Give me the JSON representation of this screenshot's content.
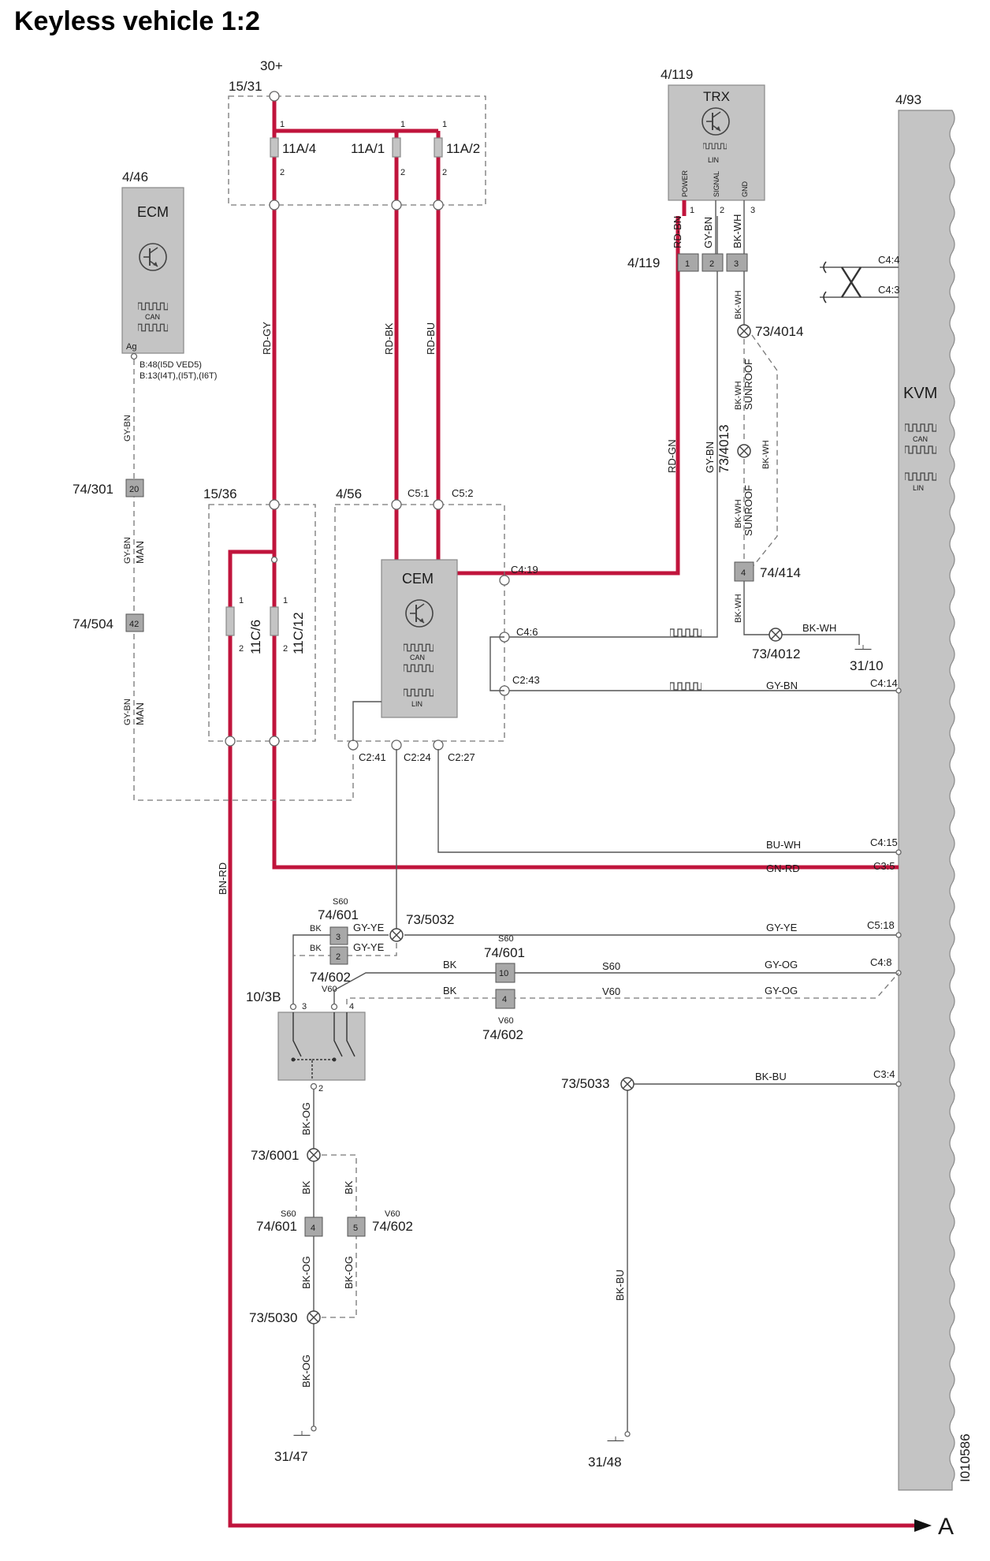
{
  "title": "Keyless vehicle 1:2",
  "image_id": "I010586",
  "end_marker": "A",
  "supply": {
    "label": "30+",
    "ref": "15/31"
  },
  "fuses": {
    "f1": "11A/4",
    "f2": "11A/1",
    "f3": "11A/2",
    "f4": "11C/6",
    "f5": "11C/12",
    "p1": "1",
    "p2": "2"
  },
  "ecm": {
    "ref": "4/46",
    "name": "ECM",
    "bus": "CAN",
    "ag": "Ag",
    "conn1": "B:48(I5D VED5)",
    "conn2": "B:13(I4T),(I5T),(I6T)"
  },
  "trx": {
    "ref": "4/119",
    "name": "TRX",
    "bus": "LIN",
    "pin_power": "POWER",
    "pin_signal": "SIGNAL",
    "pin_gnd": "GND",
    "conn_ref": "4/119",
    "c1": "1",
    "c2": "2",
    "c3": "3"
  },
  "kvm": {
    "ref": "4/93",
    "name": "KVM",
    "bus1": "CAN",
    "bus2": "LIN"
  },
  "cem": {
    "ref": "4/56",
    "name": "CEM",
    "bus1": "CAN",
    "bus2": "LIN"
  },
  "fusebox2": {
    "ref": "15/36"
  },
  "switch": {
    "ref": "10/3B",
    "p3": "3",
    "p4": "4",
    "p2": "2"
  },
  "connectors": {
    "c_74_301": "74/301",
    "c_74_301_pin": "20",
    "c_74_504": "74/504",
    "c_74_504_pin": "42",
    "c_74_414": "74/414",
    "c_74_414_pin": "4",
    "s60": "S60",
    "v60": "V60",
    "c_74_601": "74/601",
    "c_74_602": "74/602",
    "pin3": "3",
    "pin2": "2",
    "pin10": "10",
    "pin4": "4",
    "pin5": "5"
  },
  "splices": {
    "s4014": "73/4014",
    "s4013": "73/4013",
    "s4012": "73/4012",
    "s5032": "73/5032",
    "s5033": "73/5033",
    "s6001": "73/6001",
    "s5030": "73/5030"
  },
  "grounds": {
    "g1": "31/10",
    "g2": "31/47",
    "g3": "31/48"
  },
  "pins": {
    "c5_1": "C5:1",
    "c5_2": "C5:2",
    "c4_19": "C4:19",
    "c4_6": "C4:6",
    "c2_43": "C2:43",
    "c2_41": "C2:41",
    "c2_24": "C2:24",
    "c2_27": "C2:27",
    "c4_4": "C4:4",
    "c4_3": "C4:3",
    "c4_14": "C4:14",
    "c4_15": "C4:15",
    "c3_5": "C3:5",
    "c5_18": "C5:18",
    "c4_8": "C4:8",
    "c3_4": "C3:4"
  },
  "wires": {
    "rd_gy": "RD-GY",
    "rd_bk": "RD-BK",
    "rd_bu": "RD-BU",
    "rd_bn": "RD-BN",
    "rd_gn": "RD-GN",
    "gy_bn": "GY-BN",
    "bk_wh": "BK-WH",
    "sunroof": "SUNROOF",
    "man": "MAN",
    "bn_rd": "BN-RD",
    "bu_wh": "BU-WH",
    "gn_rd": "GN-RD",
    "gy_ye": "GY-YE",
    "bk": "BK",
    "gy_og": "GY-OG",
    "bk_bu": "BK-BU",
    "bk_og": "BK-OG"
  }
}
